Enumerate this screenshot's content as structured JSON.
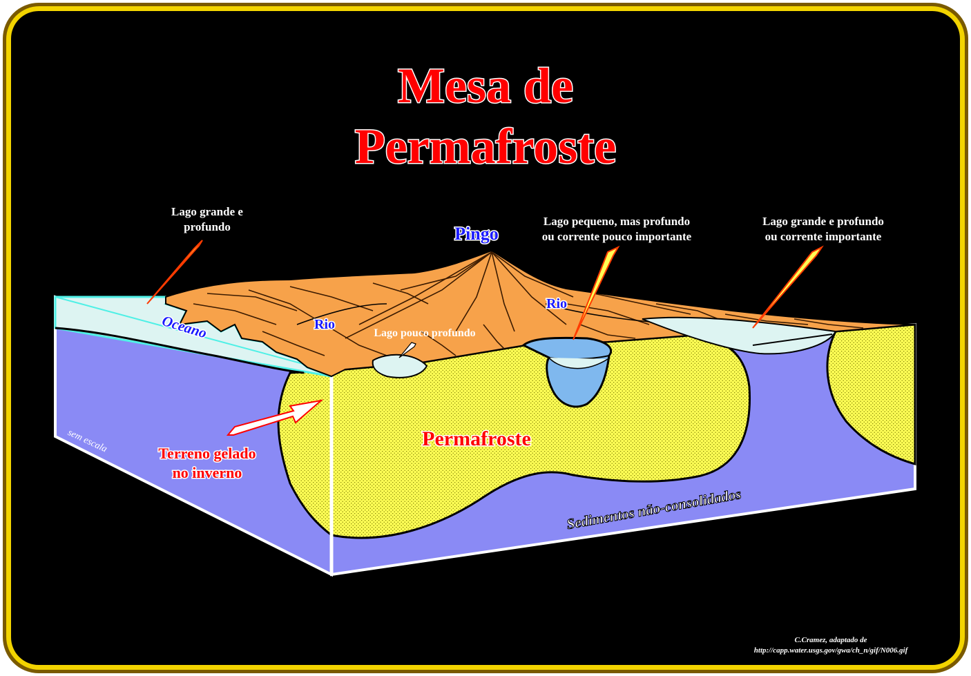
{
  "title": {
    "line1": "Mesa de",
    "line2": "Permafroste"
  },
  "labels": {
    "lago_grande_profundo_l1": "Lago grande e",
    "lago_grande_profundo_l2": "profundo",
    "pingo": "Pingo",
    "lago_pequeno_l1": "Lago pequeno, mas profundo",
    "lago_pequeno_l2": "ou corrente pouco importante",
    "lago_grande_corrente_l1": "Lago grande e profundo",
    "lago_grande_corrente_l2": "ou corrente importante",
    "oceano": "Oceano",
    "rio_left": "Rio",
    "rio_right": "Rio",
    "lago_pouco_profundo": "Lago pouco profundo",
    "permafroste": "Permafroste",
    "terreno_l1": "Terreno gelado",
    "terreno_l2": "no inverno",
    "sem_escala": "sem escala",
    "sedimentos": "Sedimentos não-consolidados"
  },
  "credit": {
    "line1": "C.Cramez, adaptado de",
    "line2": "http://capp.water.usgs.gov/gwa/ch_n/gif/N006.gif"
  },
  "colors": {
    "background": "#000000",
    "frame": "#f3d400",
    "title_fill": "#ff0000",
    "terrain": "#f7a24a",
    "permafrost": "#ffff55",
    "sediments": "#8a8af5",
    "ice": "#ddf4f2",
    "water": "#7fb8ee",
    "label_blue": "#1a1aff"
  },
  "icons": [
    "arrow-icon"
  ]
}
